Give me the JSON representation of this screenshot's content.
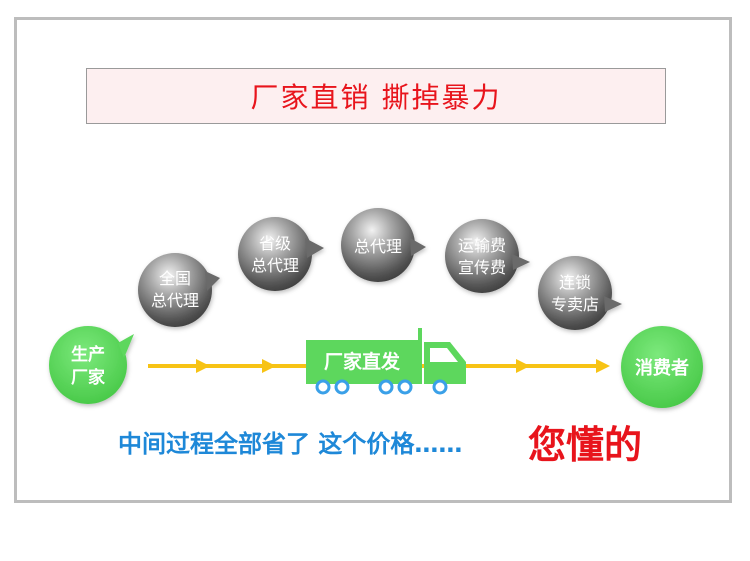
{
  "title": "厂家直销 撕掉暴力",
  "nodes": {
    "producer": [
      "生产",
      "厂家"
    ],
    "consumer": [
      "消费者"
    ],
    "truck": "厂家直发",
    "intermediaries": [
      [
        "全国",
        "总代理"
      ],
      [
        "省级",
        "总代理"
      ],
      [
        "总代理"
      ],
      [
        "运输费",
        "宣传费"
      ],
      [
        "连锁",
        "专卖店"
      ]
    ]
  },
  "caption": {
    "part1": "中间过程全部省了  这个价格……",
    "part2": "您懂的"
  },
  "colors": {
    "green": "#5dd75d",
    "arrow": "#f7c315",
    "title_red": "#e8141c",
    "caption_blue": "#1e88d8",
    "wheel": "#3aa0e8"
  }
}
